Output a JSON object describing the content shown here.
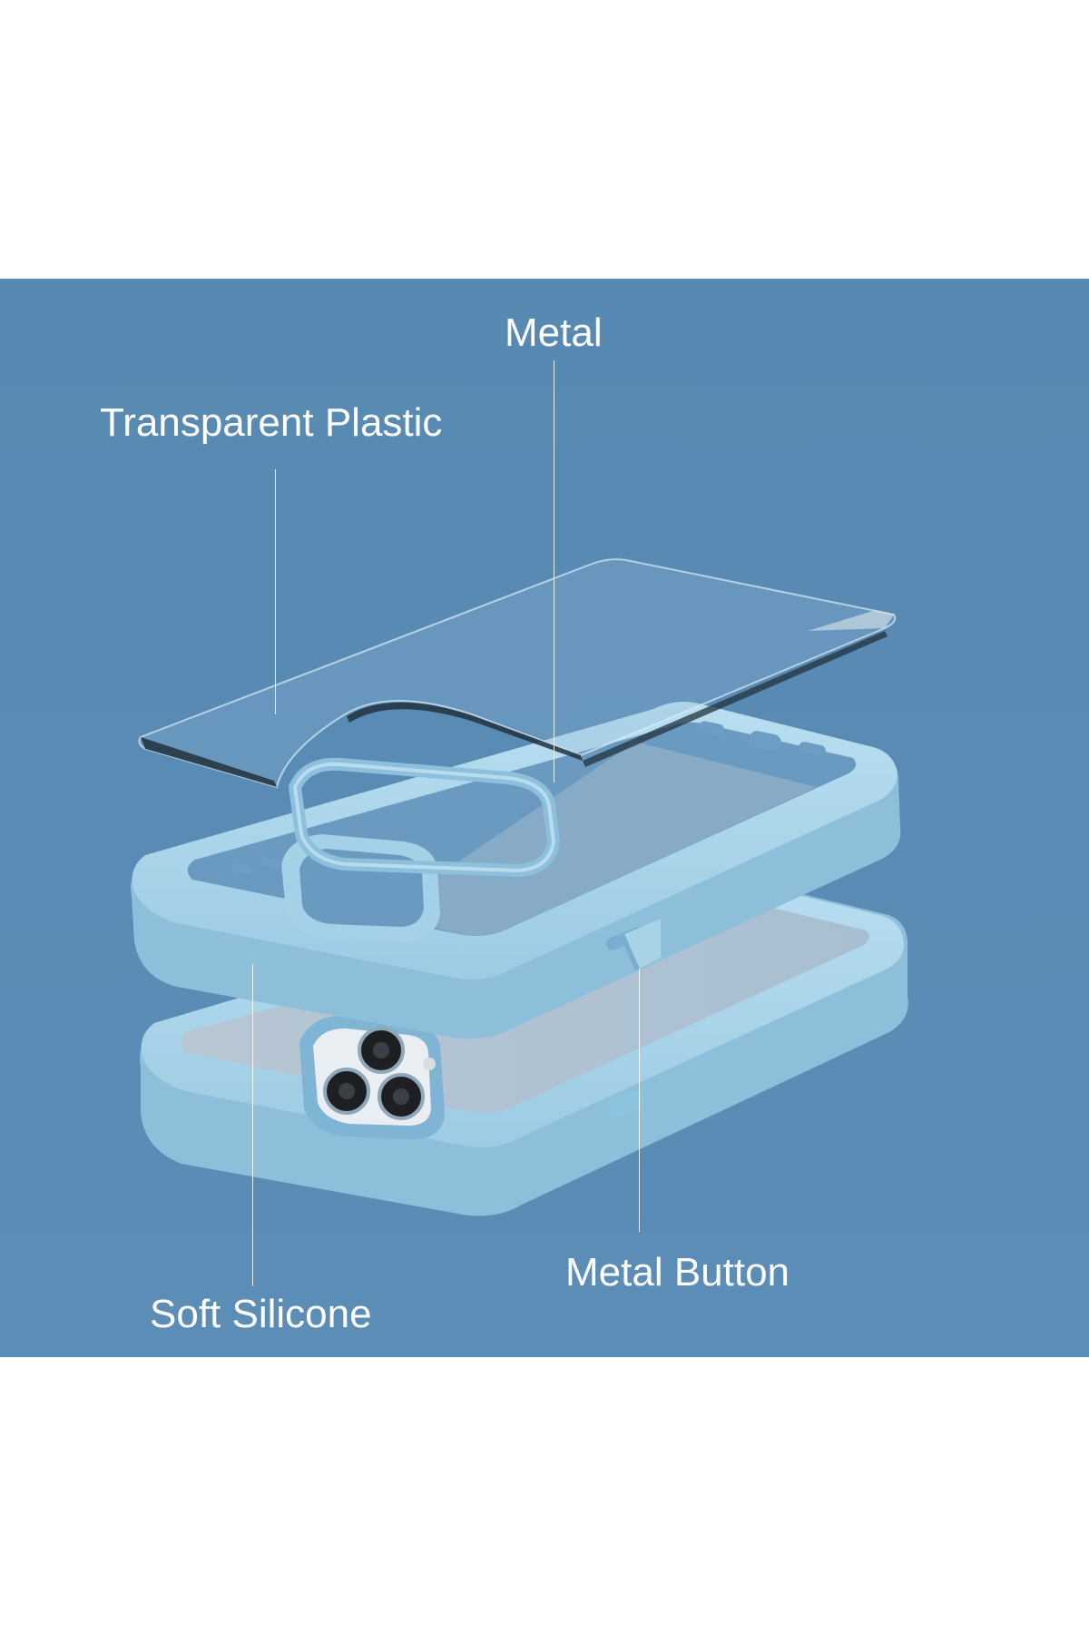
{
  "labels": {
    "metal": "Metal",
    "transparent_plastic": "Transparent Plastic",
    "metal_button": "Metal Button",
    "soft_silicone": "Soft Silicone"
  },
  "colors": {
    "background": "#5c8db5",
    "silicone": "#a9d4ea",
    "silicone_shadow": "#7fb2cf",
    "frosted_back": "#aec2d2",
    "metal_ring": "#8cc0dc",
    "text": "#ffffff"
  }
}
